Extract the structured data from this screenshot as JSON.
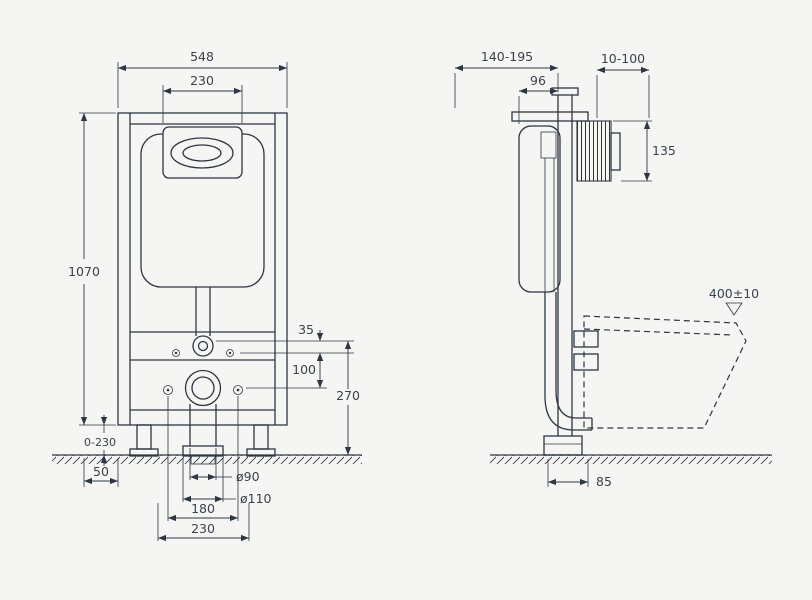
{
  "drawing": {
    "front": {
      "width": "548",
      "plate_width": "230",
      "height": "1070",
      "foot_adjust": "0-230",
      "side_offset": "50",
      "spacing_35": "35",
      "spacing_100": "100",
      "outlet_height": "270",
      "pipe_diameter": "ø90",
      "flange_diameter": "ø110",
      "bolt_spacing": "180",
      "base_width": "230"
    },
    "side": {
      "depth_range": "140-195",
      "cistern_depth": "96",
      "wall_range": "10-100",
      "plate_height": "135",
      "seat_height": "400±10",
      "outlet_offset": "85"
    }
  }
}
